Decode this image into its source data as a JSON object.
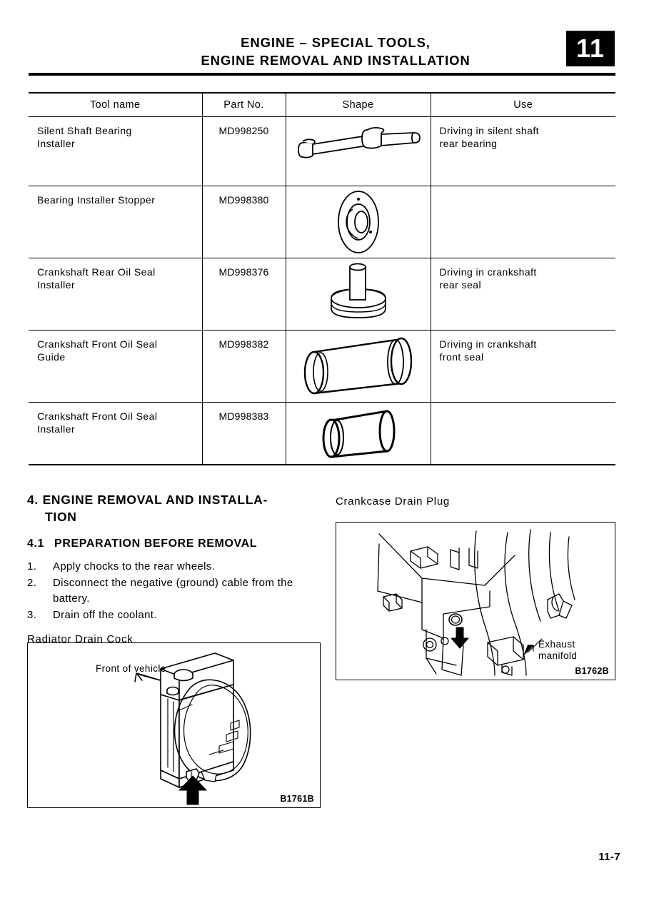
{
  "header": {
    "title_line1": "ENGINE  –  SPECIAL  TOOLS,",
    "title_line2": "ENGINE  REMOVAL  AND  INSTALLATION",
    "chapter_badge": "11"
  },
  "tools_table": {
    "columns": [
      "Tool name",
      "Part No.",
      "Shape",
      "Use"
    ],
    "rows": [
      {
        "tool_name": "Silent Shaft Bearing\nInstaller",
        "part_no": "MD998250",
        "shape_icon": "shaft-installer-icon",
        "use": "Driving in silent shaft\nrear bearing"
      },
      {
        "tool_name": "Bearing Installer Stopper",
        "part_no": "MD998380",
        "shape_icon": "bearing-stopper-disc-icon",
        "use": ""
      },
      {
        "tool_name": "Crankshaft Rear Oil Seal\nInstaller",
        "part_no": "MD998376",
        "shape_icon": "rear-seal-installer-icon",
        "use": "Driving in crankshaft\nrear seal"
      },
      {
        "tool_name": "Crankshaft Front Oil Seal\nGuide",
        "part_no": "MD998382",
        "shape_icon": "front-seal-guide-sleeve-icon",
        "use": "Driving in crankshaft\nfront seal"
      },
      {
        "tool_name": "Crankshaft Front Oil Seal\nInstaller",
        "part_no": "MD998383",
        "shape_icon": "front-seal-installer-sleeve-icon",
        "use": ""
      }
    ]
  },
  "section": {
    "heading_number": "4.",
    "heading_line1": "ENGINE  REMOVAL  AND  INSTALLA-",
    "heading_line2": "TION",
    "subheading_number": "4.1",
    "subheading_text": "PREPARATION  BEFORE  REMOVAL",
    "steps": [
      {
        "marker": "1.",
        "text": "Apply  chocks  to  the  rear  wheels."
      },
      {
        "marker": "2.",
        "text": "Disconnect the negative (ground) cable from the battery."
      },
      {
        "marker": "3.",
        "text": "Drain  off  the  coolant."
      }
    ],
    "radiator_caption": "Radiator  Drain  Cock",
    "crankcase_caption": "Crankcase  Drain  Plug"
  },
  "figures": {
    "radiator": {
      "label": "Front of vehicle",
      "code": "B1761B"
    },
    "crankcase": {
      "label": "Exhaust\nmanifold",
      "code": "B1762B"
    }
  },
  "footer": {
    "page_number": "11-7"
  },
  "colors": {
    "ink": "#000000",
    "paper": "#ffffff"
  }
}
